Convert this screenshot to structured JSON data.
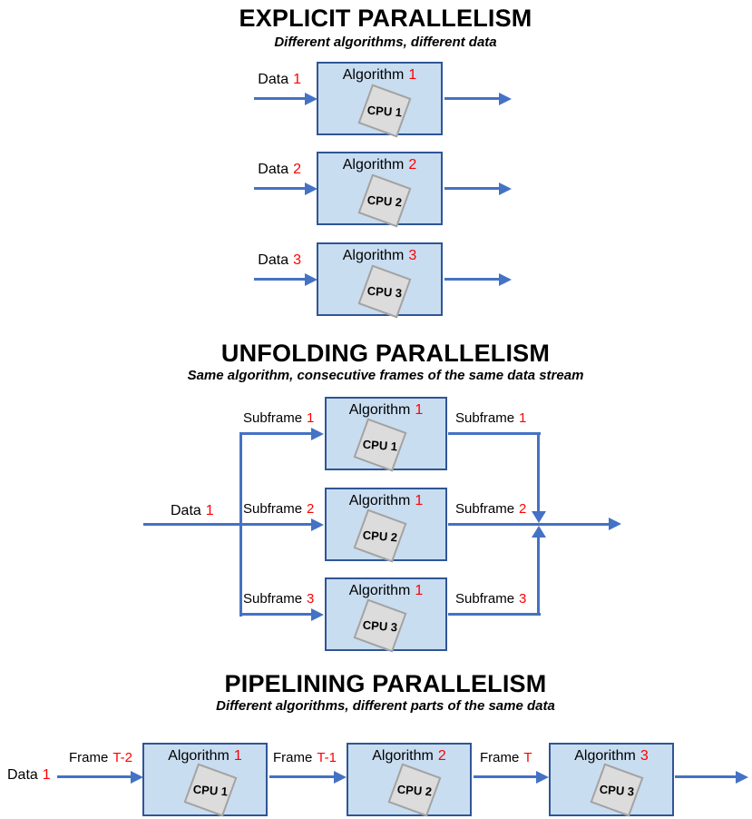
{
  "colors": {
    "box_fill": "#c9ddf1",
    "box_border": "#2f5597",
    "arrow_blue": "#4472c4",
    "cpu_fill": "#dcdcdc",
    "cpu_border": "#a3a3a3",
    "accent_red": "#ff0000",
    "text": "#000000",
    "background": "#ffffff"
  },
  "sections": {
    "explicit": {
      "title": "EXPLICIT PARALLELISM",
      "subtitle": "Different algorithms, different data",
      "rows": [
        {
          "input_label": "Data",
          "input_num": "1",
          "algo_label": "Algorithm",
          "algo_num": "1",
          "cpu_label": "CPU 1"
        },
        {
          "input_label": "Data",
          "input_num": "2",
          "algo_label": "Algorithm",
          "algo_num": "2",
          "cpu_label": "CPU 2"
        },
        {
          "input_label": "Data",
          "input_num": "3",
          "algo_label": "Algorithm",
          "algo_num": "3",
          "cpu_label": "CPU 3"
        }
      ]
    },
    "unfolding": {
      "title": "UNFOLDING PARALLELISM",
      "subtitle": "Same algorithm, consecutive frames of the same data stream",
      "input_label": "Data",
      "input_num": "1",
      "rows": [
        {
          "in_label": "Subframe",
          "in_num": "1",
          "algo_label": "Algorithm",
          "algo_num": "1",
          "cpu_label": "CPU 1",
          "out_label": "Subframe",
          "out_num": "1"
        },
        {
          "in_label": "Subframe",
          "in_num": "2",
          "algo_label": "Algorithm",
          "algo_num": "1",
          "cpu_label": "CPU 2",
          "out_label": "Subframe",
          "out_num": "2"
        },
        {
          "in_label": "Subframe",
          "in_num": "3",
          "algo_label": "Algorithm",
          "algo_num": "1",
          "cpu_label": "CPU 3",
          "out_label": "Subframe",
          "out_num": "3"
        }
      ]
    },
    "pipelining": {
      "title": "PIPELINING PARALLELISM",
      "subtitle": "Different algorithms, different parts of the same data",
      "input_label": "Data",
      "input_num": "1",
      "stages": [
        {
          "frame_label": "Frame",
          "frame_num": "T-2",
          "algo_label": "Algorithm",
          "algo_num": "1",
          "cpu_label": "CPU 1"
        },
        {
          "frame_label": "Frame",
          "frame_num": "T-1",
          "algo_label": "Algorithm",
          "algo_num": "2",
          "cpu_label": "CPU 2"
        },
        {
          "frame_label": "Frame",
          "frame_num": "T",
          "algo_label": "Algorithm",
          "algo_num": "3",
          "cpu_label": "CPU 3"
        }
      ]
    }
  }
}
